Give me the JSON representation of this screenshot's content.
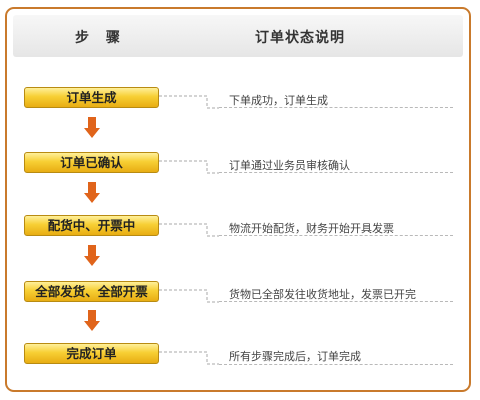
{
  "header": {
    "steps_label": "步 骤",
    "description_label": "订单状态说明"
  },
  "steps": [
    {
      "label": "订单生成",
      "description": "下单成功，订单生成"
    },
    {
      "label": "订单已确认",
      "description": "订单通过业务员审核确认"
    },
    {
      "label": "配货中、开票中",
      "description": "物流开始配货，财务开始开具发票"
    },
    {
      "label": "全部发货、全部开票",
      "description": "货物已全部发往收货地址，发票已开完"
    },
    {
      "label": "完成订单",
      "description": "所有步骤完成后，订单完成"
    }
  ],
  "colors": {
    "frame_border": "#c97a2c",
    "step_fill": "#f5c72c",
    "arrow": "#e0641b",
    "connector": "#a8a8a8"
  },
  "icons": {
    "flow_arrow": "down-arrow-icon"
  }
}
